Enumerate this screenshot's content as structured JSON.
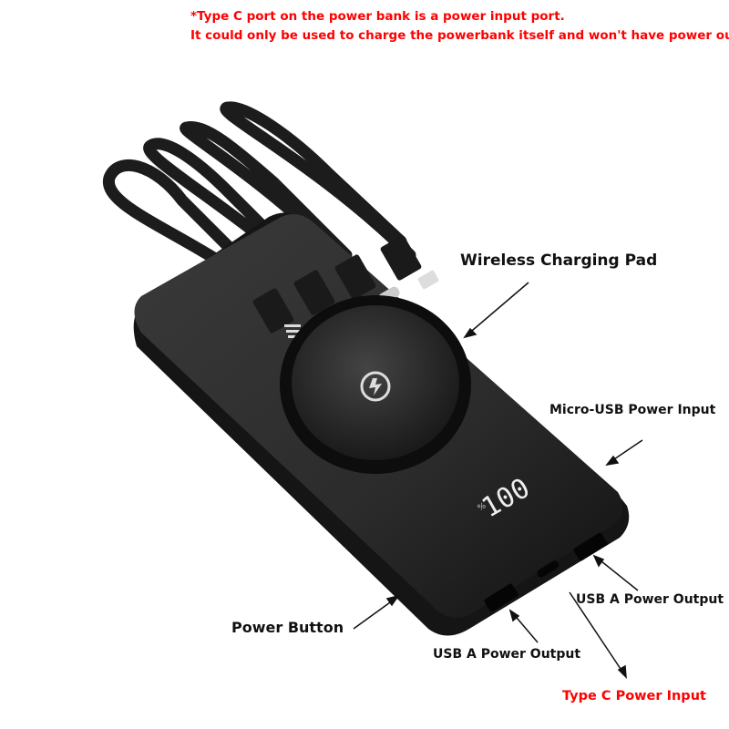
{
  "notice": {
    "line1": "*Type C port on the power bank is a power input port.",
    "line2": "It could only be used to charge the powerbank itself and won't have power output"
  },
  "labels": {
    "wireless_pad": "Wireless Charging Pad",
    "micro_usb": "Micro-USB Power Input",
    "usb_a_right": "USB A Power Output",
    "power_button": "Power Button",
    "usb_a_bottom": "USB A Power Output",
    "type_c": "Type C Power Input"
  },
  "display": {
    "value": "100",
    "unit": "%"
  },
  "colors": {
    "notice": "#ff0000",
    "type_c_label": "#ff0000",
    "body": "#2a2a2a"
  }
}
